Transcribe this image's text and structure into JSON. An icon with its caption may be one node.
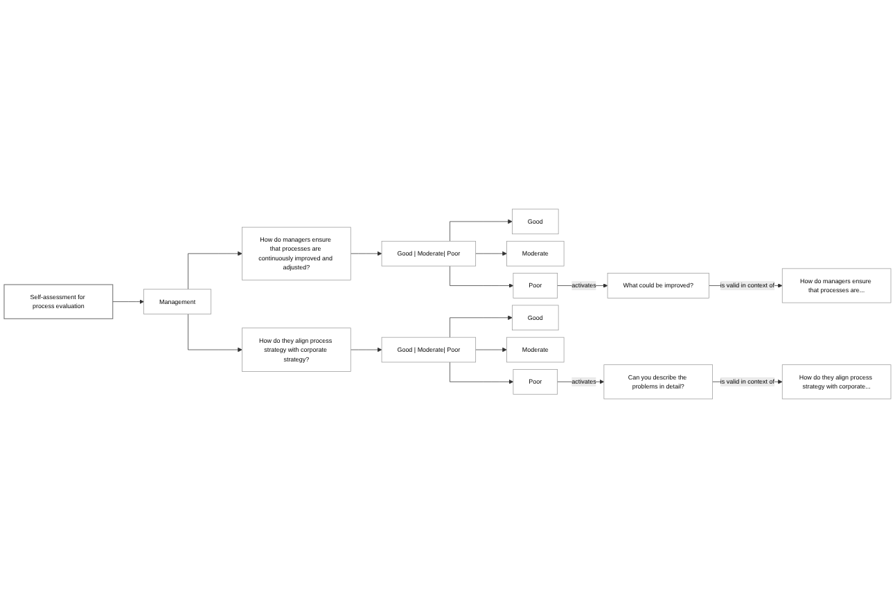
{
  "diagram": {
    "nodes": [
      {
        "text": [
          "Self-assessment for process evaluation"
        ]
      },
      {
        "text": [
          "Management"
        ]
      },
      {
        "text": [
          "How do managers ensure that processes are continuously improved and adjusted?"
        ]
      },
      {
        "text": [
          "Good | Moderate| Poor"
        ]
      },
      {
        "text": [
          "Good"
        ]
      },
      {
        "text": [
          "Moderate"
        ]
      },
      {
        "text": [
          "Poor"
        ]
      },
      {
        "text": [
          "What could be improved?"
        ]
      },
      {
        "text": [
          "How do managers ensure that processes are..."
        ]
      },
      {
        "text": [
          "How do they align process strategy with corporate strategy?"
        ]
      },
      {
        "text": [
          "Good | Moderate| Poor"
        ]
      },
      {
        "text": [
          "Good"
        ]
      },
      {
        "text": [
          "Moderate"
        ]
      },
      {
        "text": [
          "Poor"
        ]
      },
      {
        "text": [
          "Can you describe the problems in detail?"
        ]
      },
      {
        "text": [
          "How do they align process strategy with corporate..."
        ]
      }
    ],
    "edges": [
      {
        "from": 0,
        "to": 1,
        "arrow": "to"
      },
      {
        "from": 1,
        "to": 2,
        "arrow": "to"
      },
      {
        "from": 2,
        "to": 3,
        "arrow": "to"
      },
      {
        "from": 3,
        "to": 4,
        "arrow": "to"
      },
      {
        "from": 3,
        "to": 5,
        "arrow": "to"
      },
      {
        "from": 3,
        "to": 6,
        "arrow": "to"
      },
      {
        "from": 6,
        "to": 7,
        "arrow": "to",
        "label": "activates"
      },
      {
        "from": 7,
        "to": 8,
        "arrow": "to",
        "label": "is valid in context of"
      },
      {
        "from": 1,
        "to": 9,
        "arrow": "to"
      },
      {
        "from": 9,
        "to": 10,
        "arrow": "to"
      },
      {
        "from": 10,
        "to": 11,
        "arrow": "to"
      },
      {
        "from": 10,
        "to": 12,
        "arrow": "to"
      },
      {
        "from": 10,
        "to": 13,
        "arrow": "to"
      },
      {
        "from": 13,
        "to": 14,
        "arrow": "to",
        "label": "activates"
      },
      {
        "from": 14,
        "to": 15,
        "arrow": "to",
        "label": "is valid in context of"
      }
    ]
  }
}
